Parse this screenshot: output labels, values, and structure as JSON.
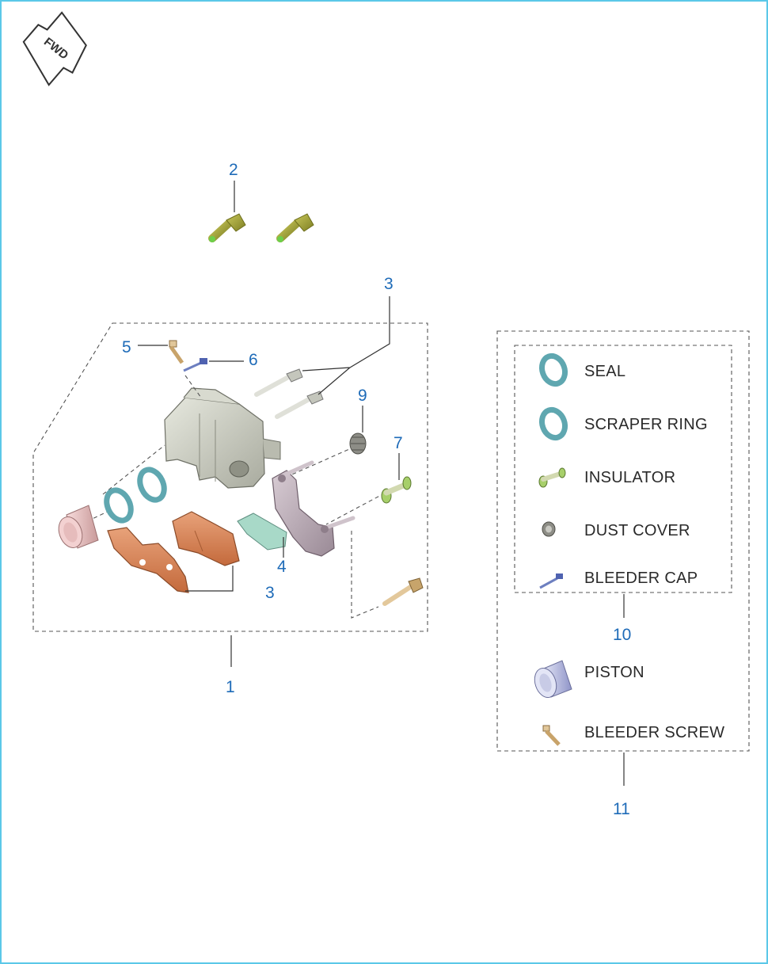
{
  "fwd_label": "FWD",
  "callouts": {
    "c1": "1",
    "c2": "2",
    "c3a": "3",
    "c3b": "3",
    "c4": "4",
    "c5": "5",
    "c6": "6",
    "c7": "7",
    "c9": "9",
    "c10": "10",
    "c11": "11"
  },
  "kit_items": [
    {
      "icon": "seal-icon",
      "label": "SEAL"
    },
    {
      "icon": "scraper-ring-icon",
      "label": "SCRAPER RING"
    },
    {
      "icon": "insulator-icon",
      "label": "INSULATOR"
    },
    {
      "icon": "dust-cover-icon",
      "label": "DUST COVER"
    },
    {
      "icon": "bleeder-cap-icon",
      "label": "BLEEDER CAP"
    },
    {
      "icon": "piston-icon",
      "label": "PISTON"
    },
    {
      "icon": "bleeder-screw-icon",
      "label": "BLEEDER SCREW"
    }
  ],
  "colors": {
    "border": "#5bc8e8",
    "callout": "#1e6bb8",
    "ring": "#6ab0b8",
    "pad": "#d98a5e",
    "bolt": "#a2a43a",
    "caliper": "#c9cbc2",
    "bracket": "#b8a8b4"
  }
}
